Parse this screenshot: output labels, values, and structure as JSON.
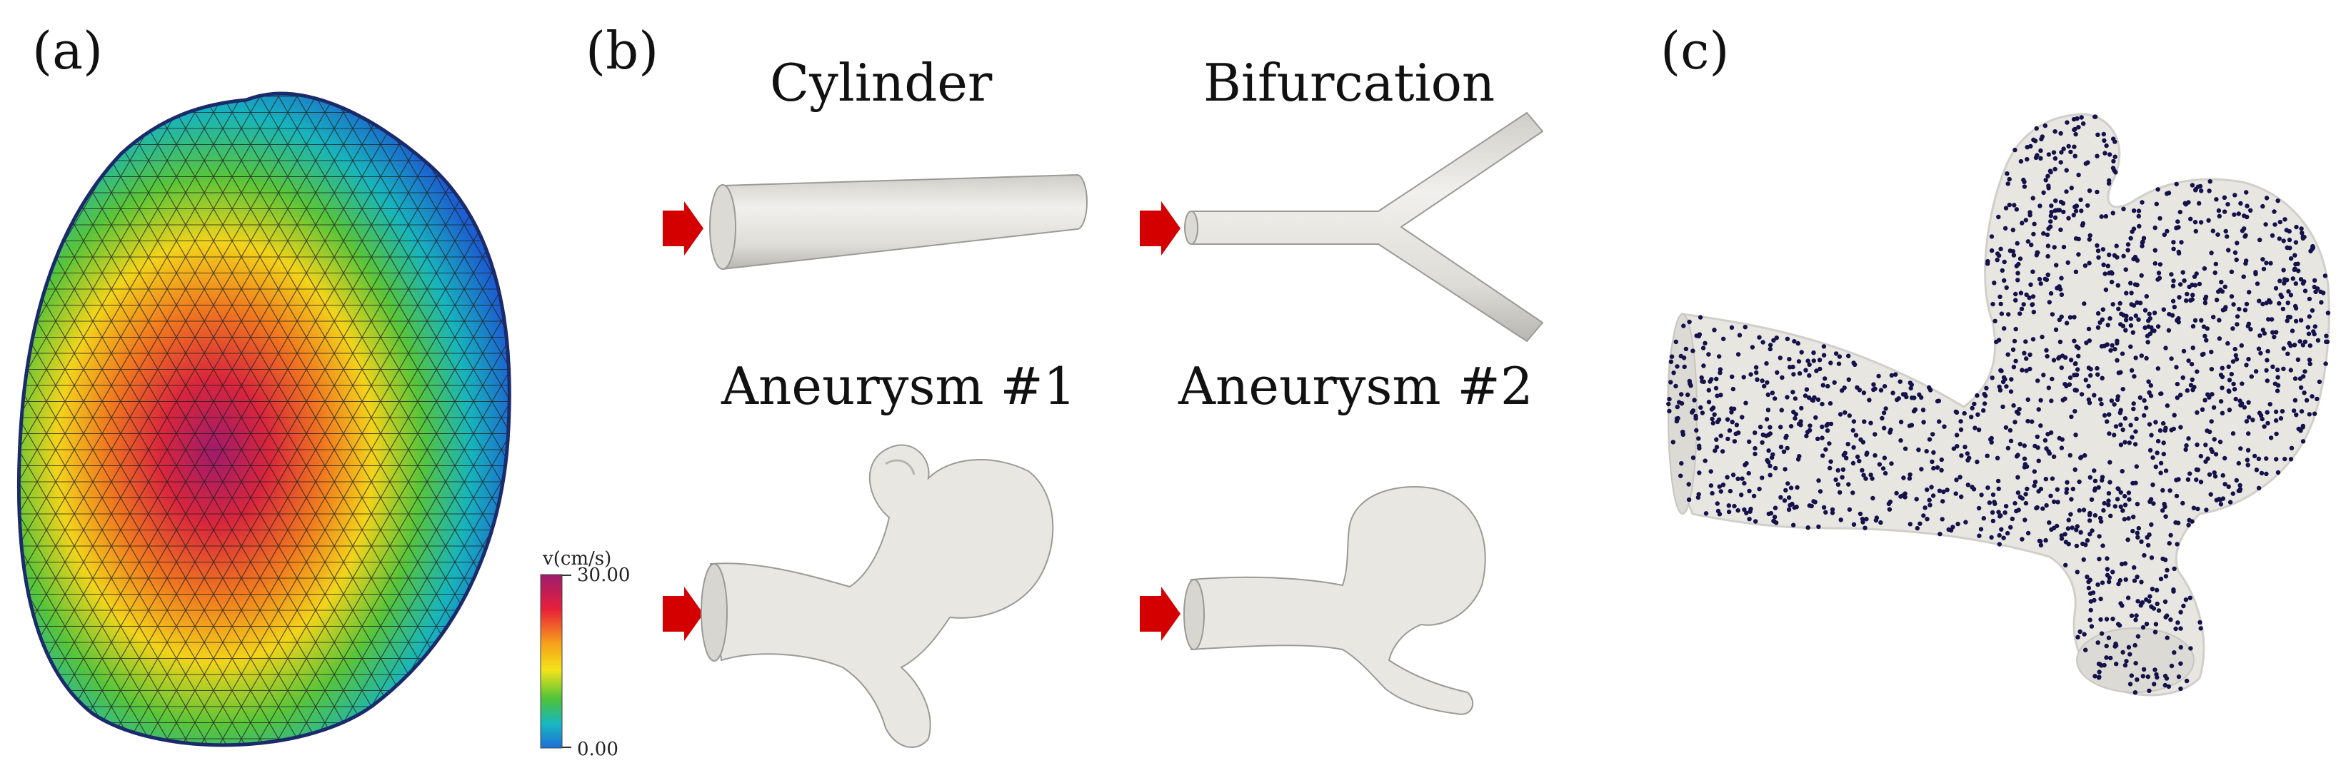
{
  "panels": {
    "a": {
      "label": "(a)"
    },
    "b": {
      "label": "(b)"
    },
    "c": {
      "label": "(c)"
    }
  },
  "geometries": {
    "cylinder": "Cylinder",
    "bifurcation": "Bifurcation",
    "aneurysm1": "Aneurysm #1",
    "aneurysm2": "Aneurysm #2"
  },
  "colorbar": {
    "title": "v(cm/s)",
    "max": "30.00",
    "min": "0.00",
    "colors": [
      "#9c1d6e",
      "#e8203a",
      "#f7a21b",
      "#f3e31a",
      "#4cc23a",
      "#19b7c0",
      "#1e6fd9"
    ]
  },
  "colors": {
    "inflow_arrow": "#d40000",
    "vessel_fill": "#e9e8e3",
    "vessel_stroke": "#9a9a96",
    "particle": "#15124a"
  }
}
